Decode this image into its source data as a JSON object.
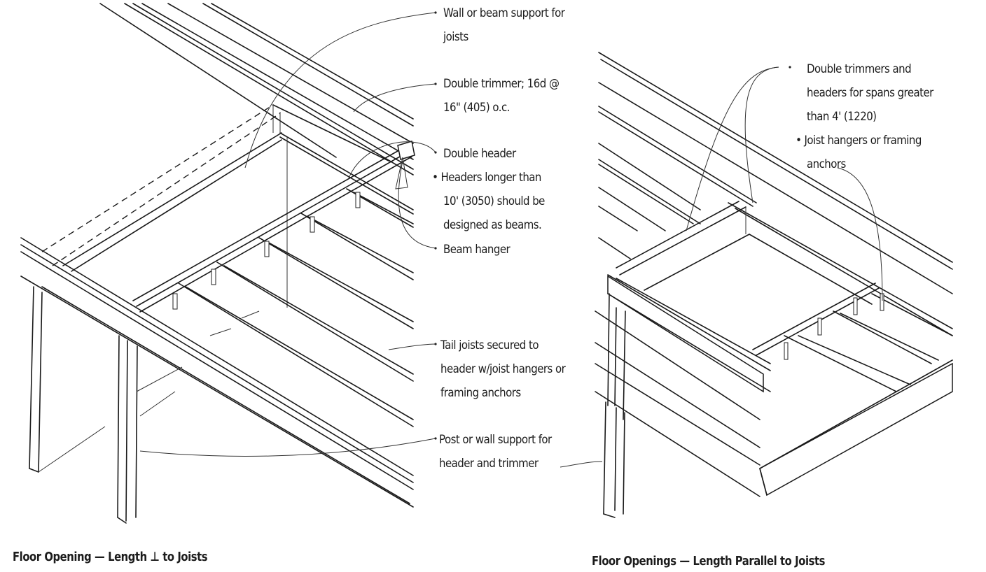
{
  "figures": [
    {
      "caption": "Floor Opening — Length ⊥ to Joists",
      "annotations": [
        {
          "id": "wall-beam-support",
          "lines": [
            "Wall or beam support for",
            "joists"
          ]
        },
        {
          "id": "double-trimmer",
          "lines": [
            "Double trimmer; 16d @",
            "16\" (405) o.c."
          ]
        },
        {
          "id": "double-header",
          "lines": [
            "Double header"
          ]
        },
        {
          "id": "headers-longer",
          "bullet": "•",
          "lines": [
            "Headers longer than",
            "10' (3050) should be",
            "designed as beams."
          ]
        },
        {
          "id": "beam-hanger",
          "lines": [
            "Beam hanger"
          ]
        },
        {
          "id": "tail-joists",
          "lines": [
            "Tail joists secured to",
            "header w/joist hangers or",
            "framing anchors"
          ]
        },
        {
          "id": "post-wall-support",
          "lines": [
            "Post or wall support for",
            "header and trimmer"
          ]
        }
      ]
    },
    {
      "caption": "Floor Openings — Length Parallel to Joists",
      "annotations": [
        {
          "id": "double-trimmers-headers",
          "lines": [
            "Double trimmers and",
            "headers for spans greater",
            "than 4' (1220)"
          ]
        },
        {
          "id": "joist-hangers",
          "bullet": "•",
          "lines": [
            "Joist hangers or framing",
            "anchors"
          ]
        }
      ]
    }
  ]
}
